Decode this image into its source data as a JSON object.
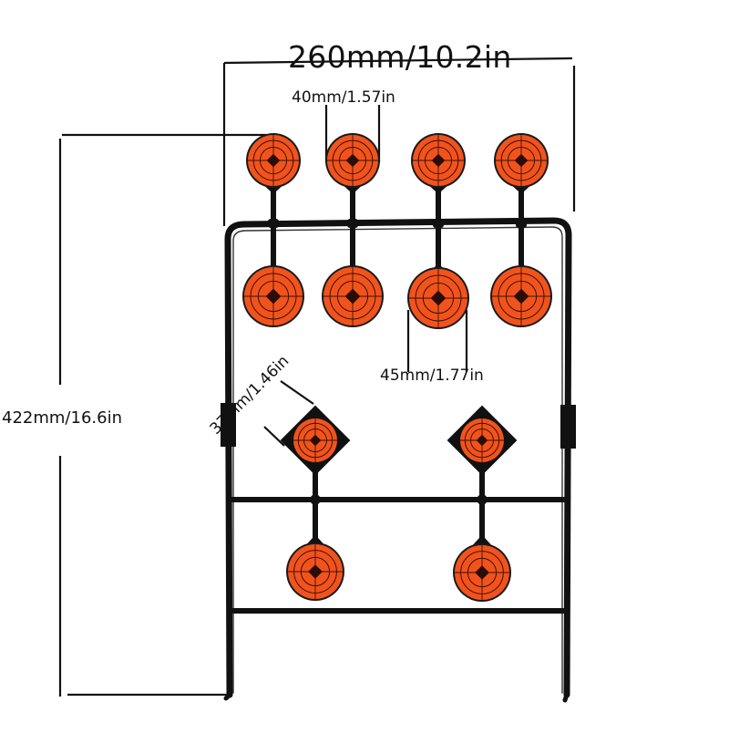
{
  "dimensions": {
    "width_label": "260mm/10.2in",
    "top_disc_label": "40mm/1.57in",
    "height_label": "422mm/16.6in",
    "middle_disc_label": "45mm/1.77in",
    "diamond_disc_label": "37mm/1.46in"
  },
  "colors": {
    "target_orange": "#f2531c",
    "target_ring": "#3a1208",
    "frame": "#111111",
    "background": "#ffffff"
  },
  "targets": {
    "top_row_count": 4,
    "second_row_count": 4,
    "diamond_row_count": 2,
    "bottom_row_count": 2
  }
}
